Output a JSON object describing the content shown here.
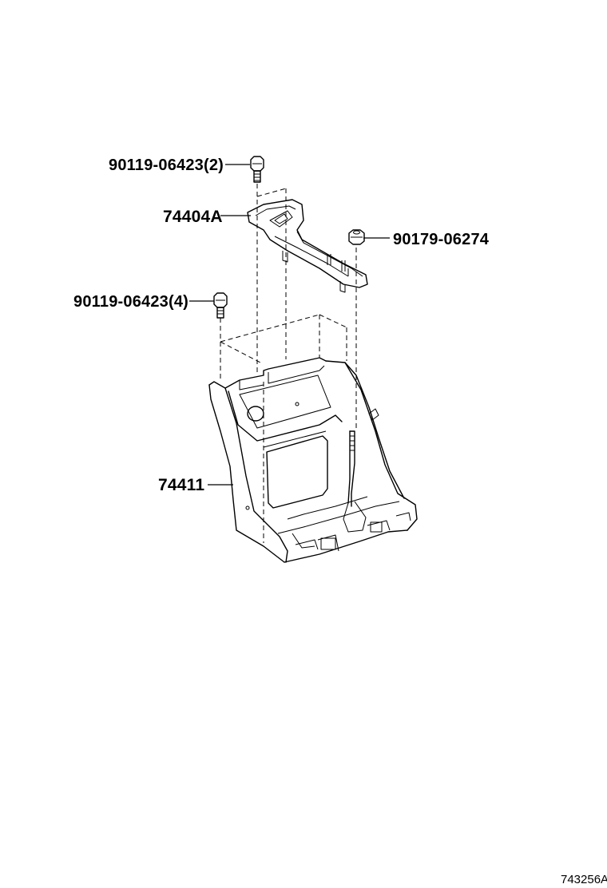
{
  "callouts": {
    "bolt_upper": "90119-06423(2)",
    "bracket": "74404A",
    "nut": "90179-06274",
    "bolt_lower": "90119-06423(4)",
    "tray": "74411"
  },
  "diagram_id": "743256A"
}
